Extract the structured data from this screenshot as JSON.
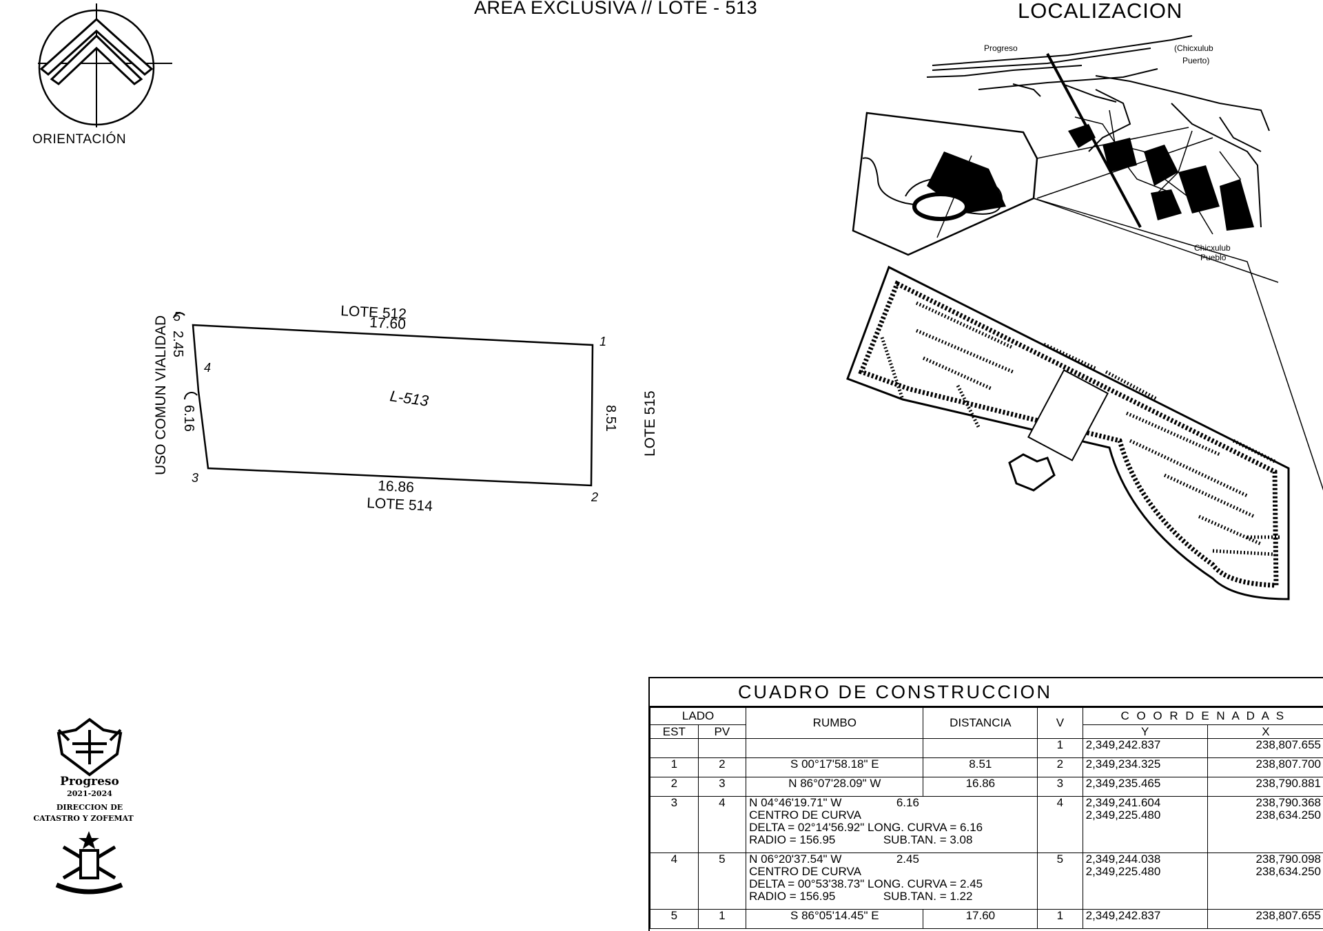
{
  "title": "AREA EXCLUSIVA // LOTE - 513",
  "localizacion_title": "LOCALIZACION",
  "orientation_label": "ORIENTACIÓN",
  "map_labels": {
    "progreso": "Progreso",
    "chicxulub_puerto_1": "(Chicxulub",
    "chicxulub_puerto_2": "Puerto)",
    "chicxulub_pueblo_1": "Chicxulub",
    "chicxulub_pueblo_2": "Pueblo"
  },
  "lot": {
    "name": "L-513",
    "north_neighbor": "LOTE 512",
    "north_dist": "17.60",
    "south_neighbor": "LOTE 514",
    "south_dist": "16.86",
    "east_neighbor": "LOTE 515",
    "east_dist": "8.51",
    "west_neighbor": "USO COMUN VIALIDAD",
    "west_dist_upper": "2.45",
    "west_dist_lower": "6.16",
    "vertices": [
      "1",
      "2",
      "3",
      "4",
      "5"
    ]
  },
  "logo": {
    "name": "Progreso",
    "years": "2021-2024",
    "dept_line1": "DIRECCION DE",
    "dept_line2": "CATASTRO Y ZOFEMAT"
  },
  "table": {
    "title": "CUADRO DE CONSTRUCCION",
    "headers": {
      "lado": "LADO",
      "est": "EST",
      "pv": "PV",
      "rumbo": "RUMBO",
      "distancia": "DISTANCIA",
      "v": "V",
      "coordenadas": "C O O R D E N A D A S",
      "y": "Y",
      "x": "X"
    },
    "first_row": {
      "v": "1",
      "y": "2,349,242.837",
      "x": "238,807.655"
    },
    "rows": [
      {
        "est": "1",
        "pv": "2",
        "rumbo": "S 00°17'58.18\" E",
        "distancia": "8.51",
        "v": "2",
        "y": "2,349,234.325",
        "x": "238,807.700"
      },
      {
        "est": "2",
        "pv": "3",
        "rumbo": "N 86°07'28.09\" W",
        "distancia": "16.86",
        "v": "3",
        "y": "2,349,235.465",
        "x": "238,790.881"
      },
      {
        "est": "3",
        "pv": "4",
        "rumbo": "N 04°46'19.71\" W",
        "distancia": "6.16",
        "v": "4",
        "y": "2,349,241.604",
        "x": "238,790.368",
        "centro": "CENTRO DE CURVA",
        "centro_y": "2,349,225.480",
        "centro_x": "238,634.250",
        "delta": "DELTA = 02°14'56.92\"",
        "long": "LONG. CURVA = 6.16",
        "radio": "RADIO = 156.95",
        "subtan": "SUB.TAN. = 3.08"
      },
      {
        "est": "4",
        "pv": "5",
        "rumbo": "N 06°20'37.54\" W",
        "distancia": "2.45",
        "v": "5",
        "y": "2,349,244.038",
        "x": "238,790.098",
        "centro": "CENTRO DE CURVA",
        "centro_y": "2,349,225.480",
        "centro_x": "238,634.250",
        "delta": "DELTA = 00°53'38.73\"",
        "long": "LONG. CURVA = 2.45",
        "radio": "RADIO = 156.95",
        "subtan": "SUB.TAN. = 1.22"
      },
      {
        "est": "5",
        "pv": "1",
        "rumbo": "S 86°05'14.45\" E",
        "distancia": "17.60",
        "v": "1",
        "y": "2,349,242.837",
        "x": "238,807.655"
      }
    ]
  }
}
